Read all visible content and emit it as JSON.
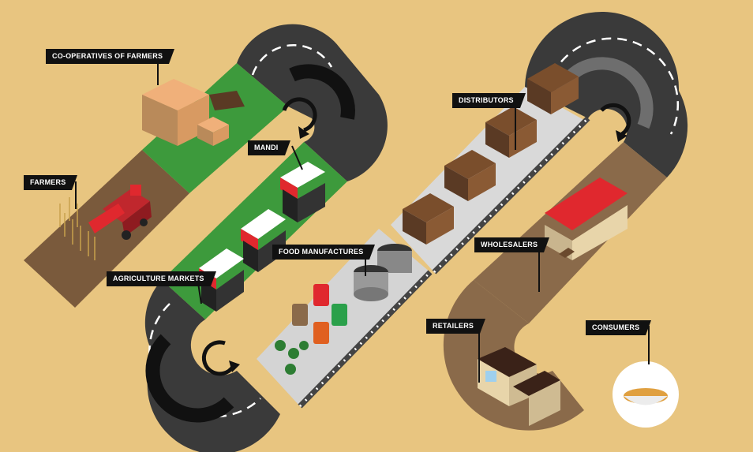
{
  "stages": {
    "cooperatives": "CO-OPERATIVES OF FARMERS",
    "farmers": "FARMERS",
    "mandi": "MANDI",
    "agriculture_markets": "AGRICULTURE MARKETS",
    "food_manufactures": "FOOD MANUFACTURES",
    "distributors": "DISTRIBUTORS",
    "wholesalers": "WHOLESALERS",
    "retailers": "RETAILERS",
    "consumers": "CONSUMERS"
  },
  "colors": {
    "background": "#e8c580",
    "field_green": "#3d9a3c",
    "dirt_brown": "#8a6a4a",
    "road_dark": "#3a3a3a",
    "conveyor_grey": "#cfcfcf",
    "accent_red": "#e0282e"
  }
}
